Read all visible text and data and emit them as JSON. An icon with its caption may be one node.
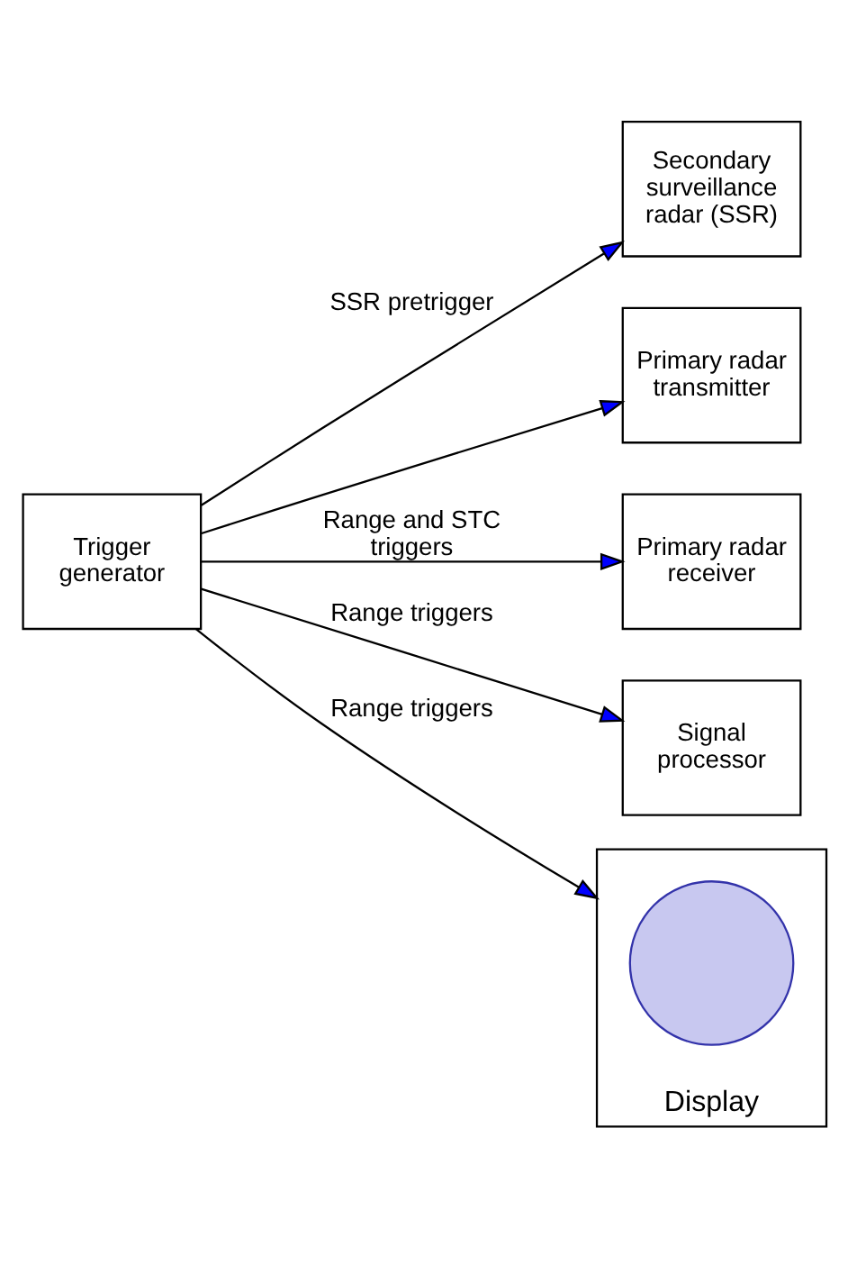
{
  "diagram": {
    "nodes": [
      {
        "text": [
          "Trigger generator"
        ]
      },
      {
        "text": [
          "Secondary surveillance radar (SSR)"
        ]
      },
      {
        "text": [
          "Primary radar transmitter"
        ]
      },
      {
        "text": [
          "Primary radar receiver"
        ]
      },
      {
        "text": [
          "Signal processor"
        ]
      },
      {
        "text": [
          "Display"
        ]
      },
      {
        "text": [],
        "shape": "circle",
        "in": 5
      }
    ],
    "edges": [
      {
        "from": 0,
        "to": 1,
        "arrow": "to",
        "label": "SSR pretrigger"
      },
      {
        "from": 0,
        "to": 2,
        "arrow": "to"
      },
      {
        "from": 0,
        "to": 3,
        "arrow": "to",
        "label": "Range and STC triggers"
      },
      {
        "from": 0,
        "to": 4,
        "arrow": "to",
        "label": "Range triggers"
      },
      {
        "from": 0,
        "to": 5,
        "arrow": "to",
        "label": "Range triggers"
      }
    ]
  }
}
